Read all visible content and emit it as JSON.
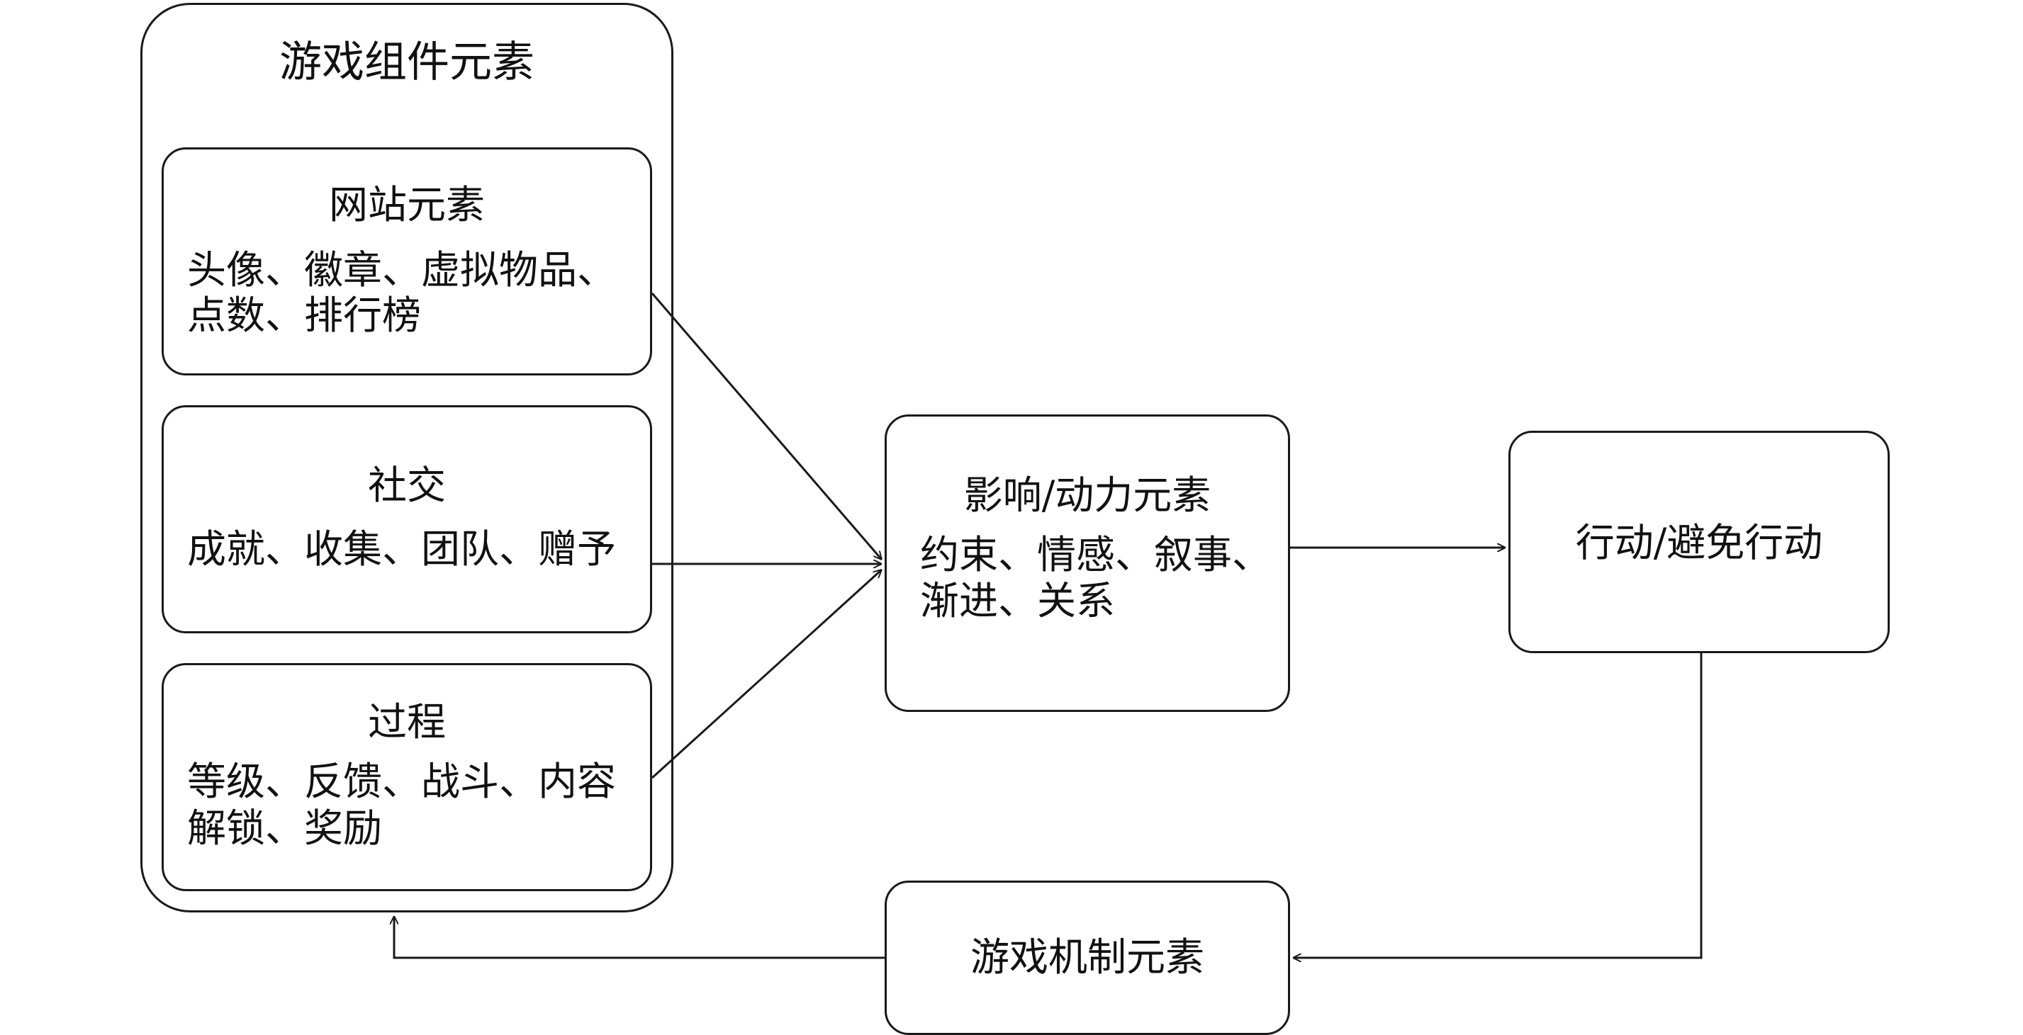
{
  "diagram": {
    "game_components": {
      "title": "游戏组件元素",
      "website": {
        "title": "网站元素",
        "line1": "头像、徽章、虚拟物品、",
        "line2": "点数、排行榜"
      },
      "social": {
        "title": "社交",
        "line1": "成就、收集、团队、赠予"
      },
      "process": {
        "title": "过程",
        "line1": "等级、反馈、战斗、内容",
        "line2": "解锁、奖励"
      }
    },
    "influence": {
      "title": "影响/动力元素",
      "line1": "约束、情感、叙事、",
      "line2": "渐进、关系"
    },
    "action": {
      "title": "行动/避免行动"
    },
    "mechanics": {
      "title": "游戏机制元素"
    }
  }
}
